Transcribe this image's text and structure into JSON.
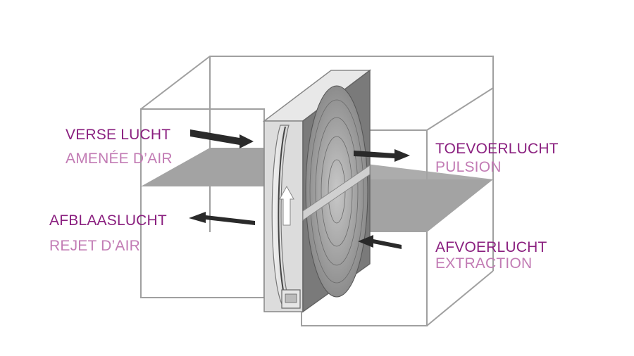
{
  "colors": {
    "dutch_label": "#8a1f7f",
    "french_label": "#c27bb4",
    "frame_line": "#9a9a9a",
    "divider_plate": "#a3a3a3",
    "arrow": "#2a2a2a"
  },
  "labels": {
    "fresh_air": {
      "nl": "VERSE LUCHT",
      "fr": "AMENÉE D’AIR"
    },
    "exhaust_air": {
      "nl": "AFBLAASLUCHT",
      "fr": "REJET D’AIR"
    },
    "supply_air": {
      "nl": "TOEVOERLUCHT",
      "fr": "PULSION"
    },
    "extract_air": {
      "nl": "AFVOERLUCHT",
      "fr": "EXTRACTION"
    }
  }
}
